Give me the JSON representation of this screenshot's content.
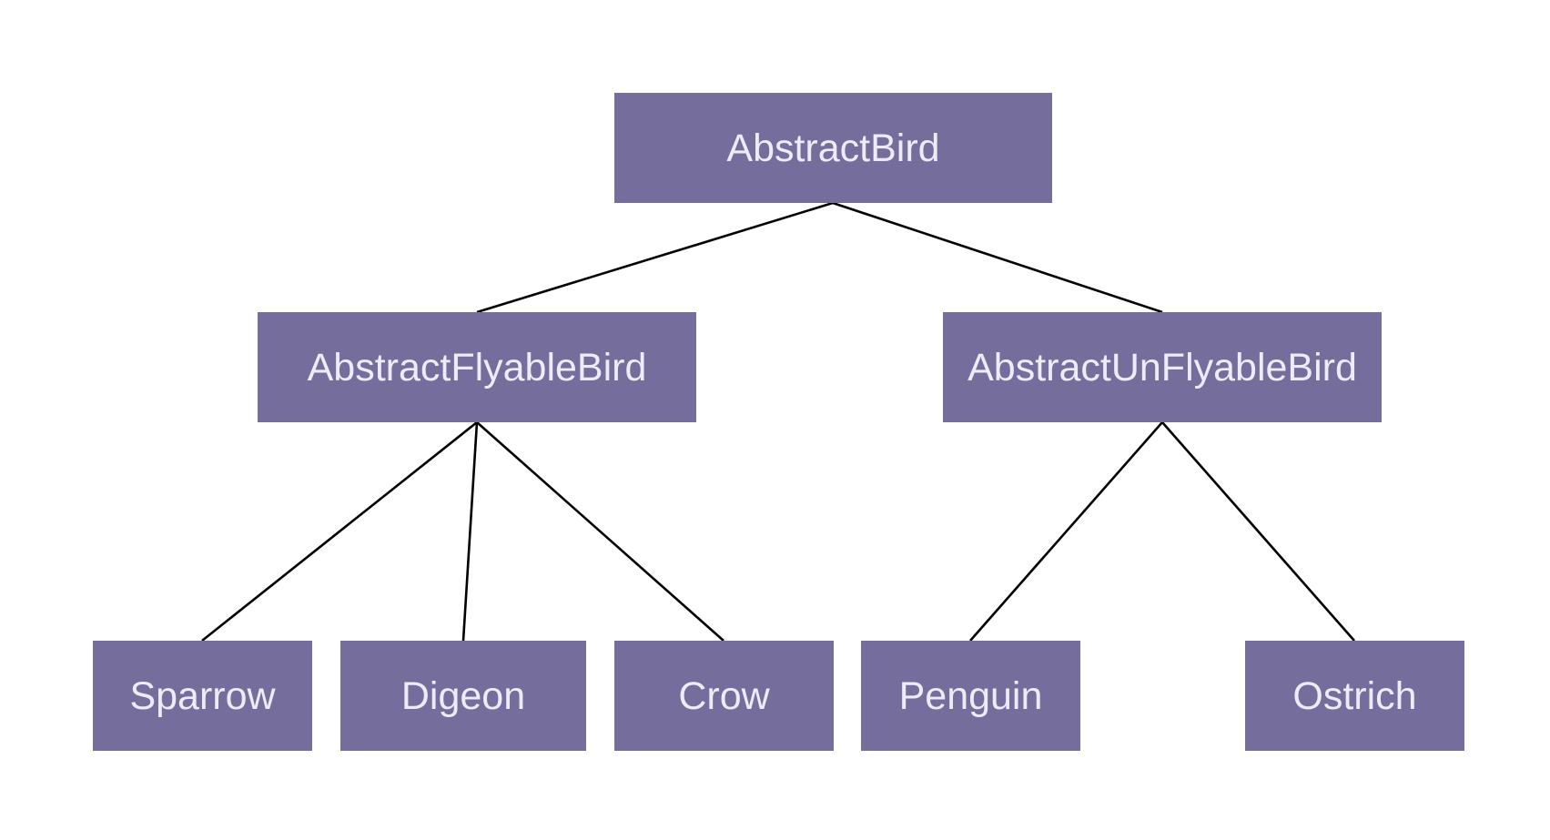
{
  "diagram": {
    "nodes": [
      {
        "id": "abstract-bird",
        "label": "AbstractBird"
      },
      {
        "id": "abstract-flyable-bird",
        "label": "AbstractFlyableBird"
      },
      {
        "id": "abstract-unflyable-bird",
        "label": "AbstractUnFlyableBird"
      },
      {
        "id": "sparrow",
        "label": "Sparrow"
      },
      {
        "id": "digeon",
        "label": "Digeon"
      },
      {
        "id": "crow",
        "label": "Crow"
      },
      {
        "id": "penguin",
        "label": "Penguin"
      },
      {
        "id": "ostrich",
        "label": "Ostrich"
      }
    ],
    "edges": [
      {
        "from": "abstract-bird",
        "to": "abstract-flyable-bird"
      },
      {
        "from": "abstract-bird",
        "to": "abstract-unflyable-bird"
      },
      {
        "from": "abstract-flyable-bird",
        "to": "sparrow"
      },
      {
        "from": "abstract-flyable-bird",
        "to": "digeon"
      },
      {
        "from": "abstract-flyable-bird",
        "to": "crow"
      },
      {
        "from": "abstract-unflyable-bird",
        "to": "penguin"
      },
      {
        "from": "abstract-unflyable-bird",
        "to": "ostrich"
      }
    ],
    "colors": {
      "node_fill": "#756d9b",
      "node_text": "#eeeaf7",
      "edge": "#000000",
      "background": "#ffffff"
    }
  }
}
